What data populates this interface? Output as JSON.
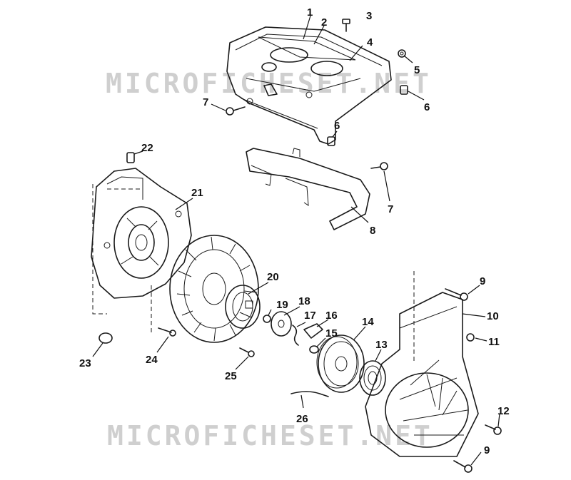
{
  "watermark": {
    "text": "MICROFICHESET.NET"
  },
  "callouts": [
    {
      "id": "c1",
      "label": "1"
    },
    {
      "id": "c2",
      "label": "2"
    },
    {
      "id": "c3",
      "label": "3"
    },
    {
      "id": "c4",
      "label": "4"
    },
    {
      "id": "c5",
      "label": "5"
    },
    {
      "id": "c6a",
      "label": "6"
    },
    {
      "id": "c6b",
      "label": "6"
    },
    {
      "id": "c7a",
      "label": "7"
    },
    {
      "id": "c7b",
      "label": "7"
    },
    {
      "id": "c8",
      "label": "8"
    },
    {
      "id": "c9a",
      "label": "9"
    },
    {
      "id": "c9b",
      "label": "9"
    },
    {
      "id": "c10",
      "label": "10"
    },
    {
      "id": "c11",
      "label": "11"
    },
    {
      "id": "c12",
      "label": "12"
    },
    {
      "id": "c13",
      "label": "13"
    },
    {
      "id": "c14",
      "label": "14"
    },
    {
      "id": "c15",
      "label": "15"
    },
    {
      "id": "c16",
      "label": "16"
    },
    {
      "id": "c17",
      "label": "17"
    },
    {
      "id": "c18",
      "label": "18"
    },
    {
      "id": "c19",
      "label": "19"
    },
    {
      "id": "c20",
      "label": "20"
    },
    {
      "id": "c21",
      "label": "21"
    },
    {
      "id": "c22",
      "label": "22"
    },
    {
      "id": "c23",
      "label": "23"
    },
    {
      "id": "c24",
      "label": "24"
    },
    {
      "id": "c25",
      "label": "25"
    },
    {
      "id": "c26",
      "label": "26"
    }
  ]
}
